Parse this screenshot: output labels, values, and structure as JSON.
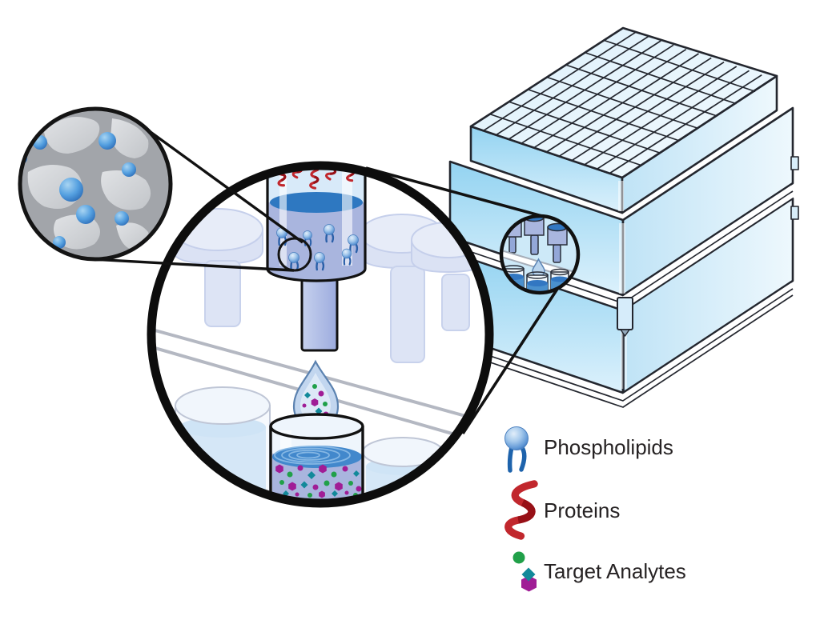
{
  "legend": {
    "items": [
      {
        "id": "phospholipids",
        "label": "Phospholipids",
        "icon": "phospholipid-icon",
        "color": "#2a6ab5"
      },
      {
        "id": "proteins",
        "label": "Proteins",
        "icon": "protein-icon",
        "color": "#c1272d"
      },
      {
        "id": "target-analytes",
        "label": "Target Analytes",
        "icon": "target-analytes-icon",
        "colors": [
          "#21a049",
          "#a01d96",
          "#12899a"
        ]
      }
    ]
  },
  "icons": {
    "phospholipid": "blue-sphere-with-two-tails",
    "protein": "red-helix-ribbon",
    "target_analytes": "green-circle, magenta-hexagon, teal-diamond"
  },
  "palette": {
    "plate_face_left": "#9cd7f3",
    "plate_face_right": "#cfeaf9",
    "plate_lid_top": "#e6f4fc",
    "outline_dark": "#23262e",
    "well_lavender": "#a9b5de",
    "liquid_dark_blue": "#2e78c1",
    "liquid_mid_blue": "#4288cc",
    "membrane_gray": "#a2a5aa",
    "protein_red": "#c1272d",
    "analyte_green": "#21a049",
    "analyte_magenta": "#a01d96",
    "analyte_teal": "#12899a"
  }
}
